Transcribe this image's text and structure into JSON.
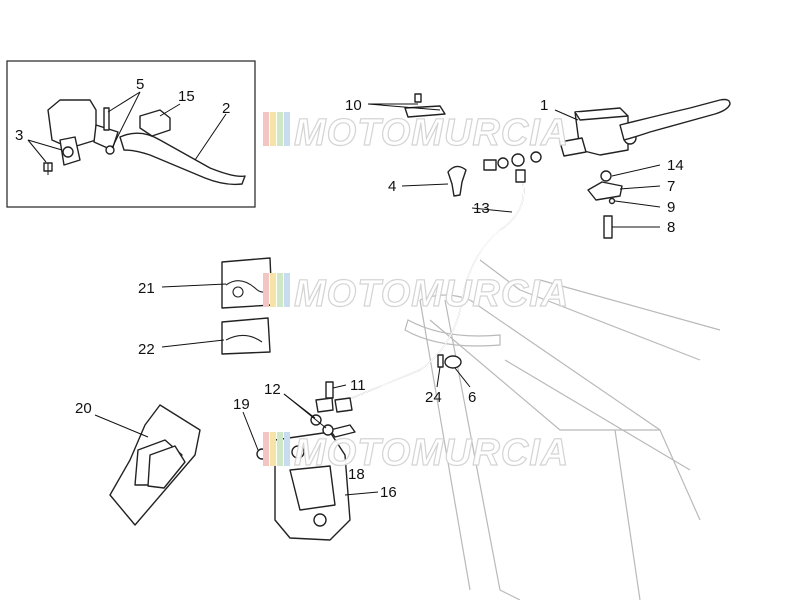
{
  "watermark": {
    "text": "MOTOMURCIA",
    "stripe_colors": [
      "#f2c4c4",
      "#f5e3a8",
      "#cfe7c4",
      "#c7dcef"
    ]
  },
  "callouts": [
    {
      "id": "1",
      "label": "1"
    },
    {
      "id": "2",
      "label": "2"
    },
    {
      "id": "3",
      "label": "3"
    },
    {
      "id": "4",
      "label": "4"
    },
    {
      "id": "5",
      "label": "5"
    },
    {
      "id": "6",
      "label": "6"
    },
    {
      "id": "7",
      "label": "7"
    },
    {
      "id": "8",
      "label": "8"
    },
    {
      "id": "9",
      "label": "9"
    },
    {
      "id": "10",
      "label": "10"
    },
    {
      "id": "11",
      "label": "11"
    },
    {
      "id": "12",
      "label": "12"
    },
    {
      "id": "13",
      "label": "13"
    },
    {
      "id": "14",
      "label": "14"
    },
    {
      "id": "15",
      "label": "15"
    },
    {
      "id": "16",
      "label": "16"
    },
    {
      "id": "18",
      "label": "18"
    },
    {
      "id": "19",
      "label": "19"
    },
    {
      "id": "20",
      "label": "20"
    },
    {
      "id": "21",
      "label": "21"
    },
    {
      "id": "22",
      "label": "22"
    },
    {
      "id": "24",
      "label": "24"
    }
  ]
}
